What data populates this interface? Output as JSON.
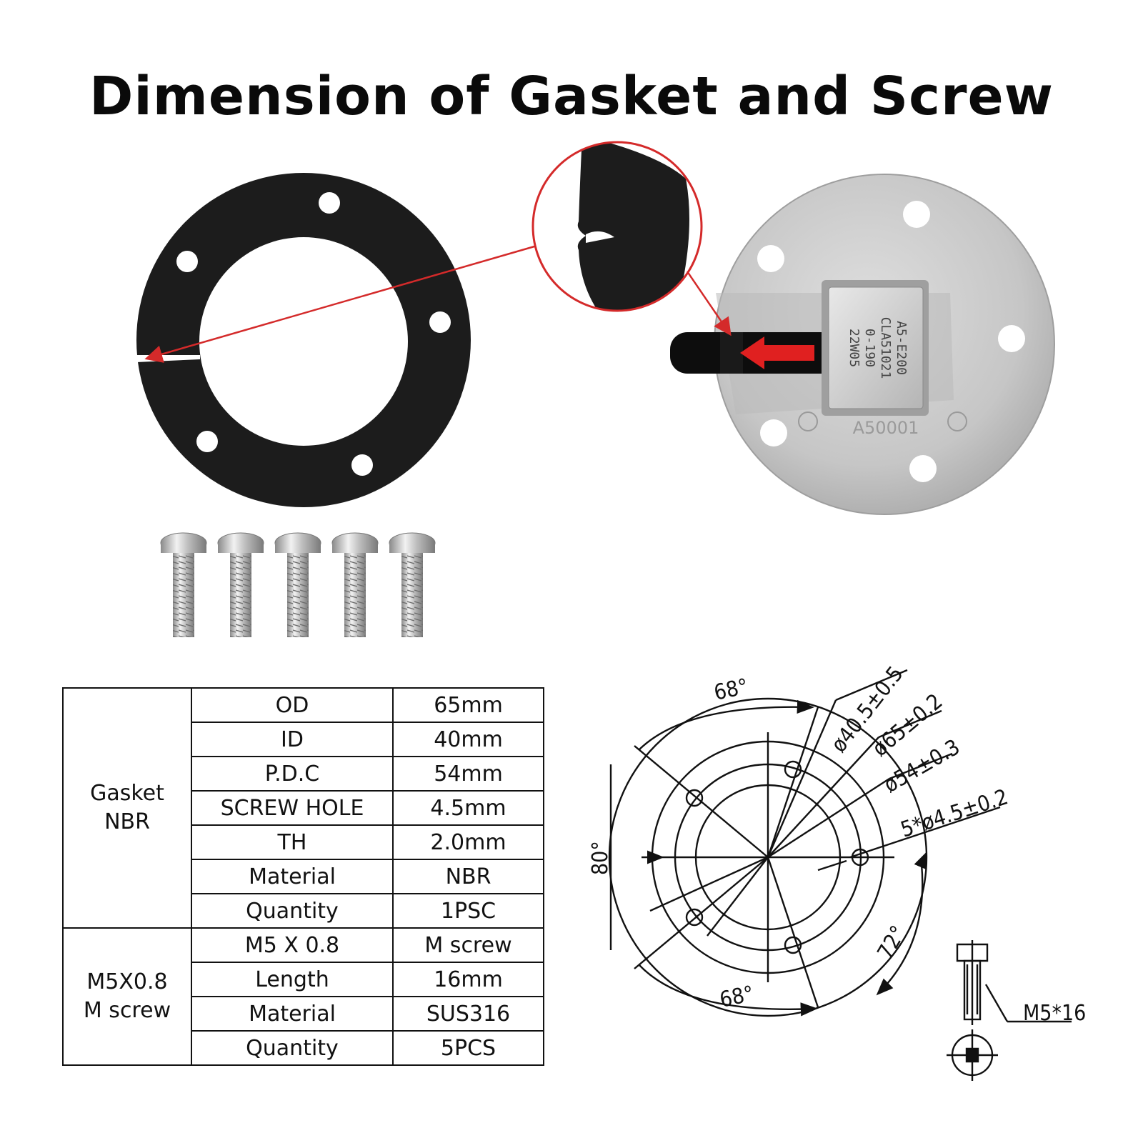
{
  "title": "Dimension of Gasket and Screw",
  "sensor": {
    "chip_lines": [
      "A5-E200",
      "CLA51021",
      "0-190",
      "22W05"
    ],
    "base_marking": "A50001"
  },
  "spec_table": {
    "groups": [
      {
        "name_lines": [
          "Gasket",
          "NBR"
        ],
        "rows": [
          {
            "property": "OD",
            "value": "65mm"
          },
          {
            "property": "ID",
            "value": "40mm"
          },
          {
            "property": "P.D.C",
            "value": "54mm"
          },
          {
            "property": "SCREW HOLE",
            "value": "4.5mm"
          },
          {
            "property": "TH",
            "value": "2.0mm"
          },
          {
            "property": "Material",
            "value": "NBR"
          },
          {
            "property": "Quantity",
            "value": "1PSC"
          }
        ]
      },
      {
        "name_lines": [
          "M5X0.8",
          "M screw"
        ],
        "rows": [
          {
            "property": "M5 X 0.8",
            "value": "M screw"
          },
          {
            "property": "Length",
            "value": "16mm"
          },
          {
            "property": "Material",
            "value": "SUS316"
          },
          {
            "property": "Quantity",
            "value": "5PCS"
          }
        ]
      }
    ]
  },
  "drawing": {
    "angle_top": "68°",
    "angle_bottom": "68°",
    "angle_left": "80°",
    "angle_right": "72°",
    "dim_inner": "ø40.5±0.5",
    "dim_outer": "ø65±0.2",
    "dim_pcd": "ø54±0.3",
    "dim_holes": "5*ø4.5±0.2",
    "screw_label": "M5*16"
  },
  "colors": {
    "gasket": "#1c1c1c",
    "metal": "#c9c9c9",
    "callout": "#d42a2a",
    "line": "#111111"
  }
}
